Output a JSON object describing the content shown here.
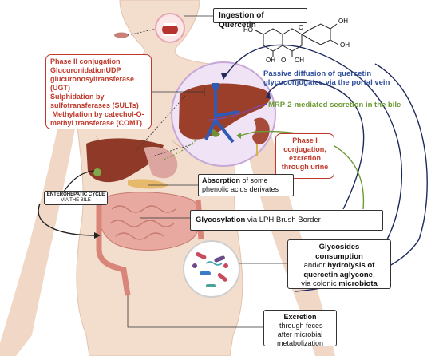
{
  "labels": {
    "ingestion": "Ingestion of Quercetin",
    "phase2": {
      "line1": "Phase II conjugation",
      "line2": "GlucuronidationUDP",
      "line3": "glucuronosyltransferase",
      "line4": "(UGT)",
      "line5": "Sulphidation by",
      "line6": "sulfotransferases (SULTs)",
      "line7": " Methylation by catechol-O-",
      "line8": "methyl transferase (COMT)"
    },
    "passive": {
      "line1": "Passive diffusion of quercetin",
      "line2": "glycoconjugates via the portal vein"
    },
    "mrp2": "MRP-2-mediated secretion in the bile",
    "phase1": {
      "line1": "Phase I",
      "line2": "conjugation,",
      "line3": "excretion",
      "line4": "through urine"
    },
    "absorption": {
      "bold": "Absorption",
      "rest1": " of some",
      "line2": "phenolic acids derivates"
    },
    "enterohepatic": {
      "line1": "ENTEROHEPATIC CYCLE",
      "line2": "VIA THE BILE"
    },
    "glycosylation": {
      "bold": "Glycosylation",
      "rest": " via LPH Brush Border"
    },
    "glycosides": {
      "line1": "Glycosides",
      "line2": "consumption",
      "line3a": "and/or ",
      "line3b": "hydrolysis of",
      "line4": "quercetin aglycone",
      "line4b": ",",
      "line5a": "via colonic ",
      "line5b": "microbiota"
    },
    "excretion": {
      "bold": "Excretion",
      "rest1": " through feces",
      "line2": "after microbial",
      "line3": "metabolization"
    },
    "molecule": {
      "oh": "OH",
      "o": "O",
      "ho": "HO"
    }
  },
  "colors": {
    "red": "#c0392b",
    "blue": "#2e4d9c",
    "green": "#6c9a34",
    "skin": "#f2dccb",
    "liver": "#9b3f2a",
    "intestine": "#e8a9a0"
  }
}
